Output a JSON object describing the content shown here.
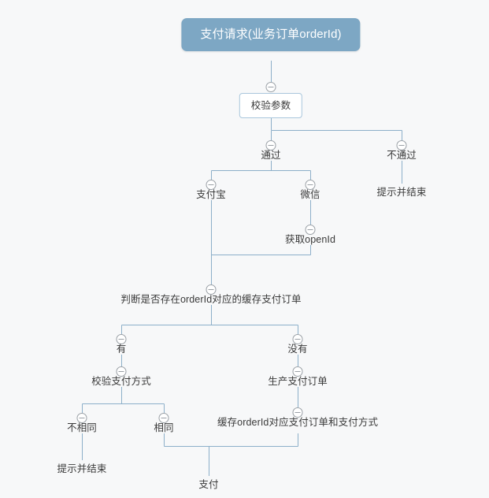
{
  "diagram": {
    "title": "支付请求(业务订单orderId)",
    "background_color": "#f7f8f9",
    "edge_color": "#8cafc9",
    "root_fill_color": "#7da7c4",
    "root_text_color": "#ffffff",
    "node_text_color": "#3a3a3a",
    "box_border_color": "#a9c6dc",
    "toggle_color": "#9aa0a6",
    "toggle_icon": "collapse-minus-icon"
  },
  "nodes": {
    "root": "支付请求(业务订单orderId)",
    "validate_params": "校验参数",
    "pass": "通过",
    "fail": "不通过",
    "fail_end": "提示并结束",
    "alipay": "支付宝",
    "wechat": "微信",
    "get_openid": "获取openId",
    "check_cache_order": "判断是否存在orderId对应的缓存支付订单",
    "has_cache": "有",
    "no_cache": "没有",
    "validate_pay_method": "校验支付方式",
    "not_same": "不相同",
    "same": "相同",
    "not_same_end": "提示并结束",
    "create_pay_order": "生产支付订单",
    "cache_pay_order": "缓存orderId对应支付订单和支付方式",
    "pay": "支付"
  }
}
